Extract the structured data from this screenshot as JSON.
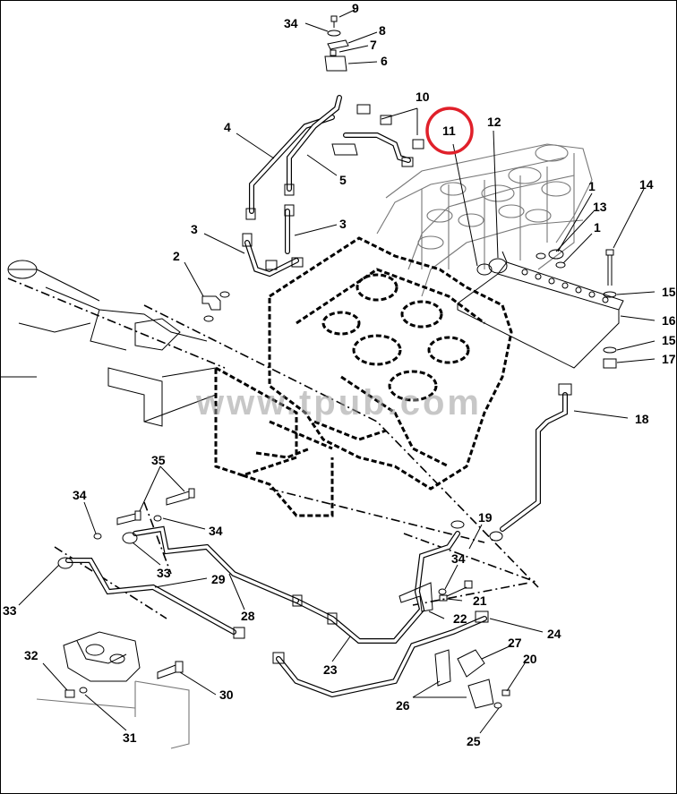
{
  "watermark": "www.tpub.com",
  "highlight": {
    "callout": "11",
    "color": "#e0202a"
  },
  "callouts": [
    {
      "id": "c9",
      "text": "9"
    },
    {
      "id": "c34a",
      "text": "34"
    },
    {
      "id": "c8",
      "text": "8"
    },
    {
      "id": "c7",
      "text": "7"
    },
    {
      "id": "c6",
      "text": "6"
    },
    {
      "id": "c10",
      "text": "10"
    },
    {
      "id": "c11",
      "text": "11"
    },
    {
      "id": "c12",
      "text": "12"
    },
    {
      "id": "c4",
      "text": "4"
    },
    {
      "id": "c5",
      "text": "5"
    },
    {
      "id": "c1a",
      "text": "1"
    },
    {
      "id": "c13",
      "text": "13"
    },
    {
      "id": "c14",
      "text": "14"
    },
    {
      "id": "c1b",
      "text": "1"
    },
    {
      "id": "c3a",
      "text": "3"
    },
    {
      "id": "c3b",
      "text": "3"
    },
    {
      "id": "c2",
      "text": "2"
    },
    {
      "id": "c15a",
      "text": "15"
    },
    {
      "id": "c16",
      "text": "16"
    },
    {
      "id": "c15b",
      "text": "15"
    },
    {
      "id": "c17",
      "text": "17"
    },
    {
      "id": "c18",
      "text": "18"
    },
    {
      "id": "c35",
      "text": "35"
    },
    {
      "id": "c34b",
      "text": "34"
    },
    {
      "id": "c34c",
      "text": "34"
    },
    {
      "id": "c19",
      "text": "19"
    },
    {
      "id": "c33a",
      "text": "33"
    },
    {
      "id": "c29",
      "text": "29"
    },
    {
      "id": "c34d",
      "text": "34"
    },
    {
      "id": "c33b",
      "text": "33"
    },
    {
      "id": "c21",
      "text": "21"
    },
    {
      "id": "c28",
      "text": "28"
    },
    {
      "id": "c22",
      "text": "22"
    },
    {
      "id": "c24",
      "text": "24"
    },
    {
      "id": "c23",
      "text": "23"
    },
    {
      "id": "c32",
      "text": "32"
    },
    {
      "id": "c27",
      "text": "27"
    },
    {
      "id": "c20",
      "text": "20"
    },
    {
      "id": "c30",
      "text": "30"
    },
    {
      "id": "c26",
      "text": "26"
    },
    {
      "id": "c31",
      "text": "31"
    },
    {
      "id": "c25",
      "text": "25"
    }
  ]
}
